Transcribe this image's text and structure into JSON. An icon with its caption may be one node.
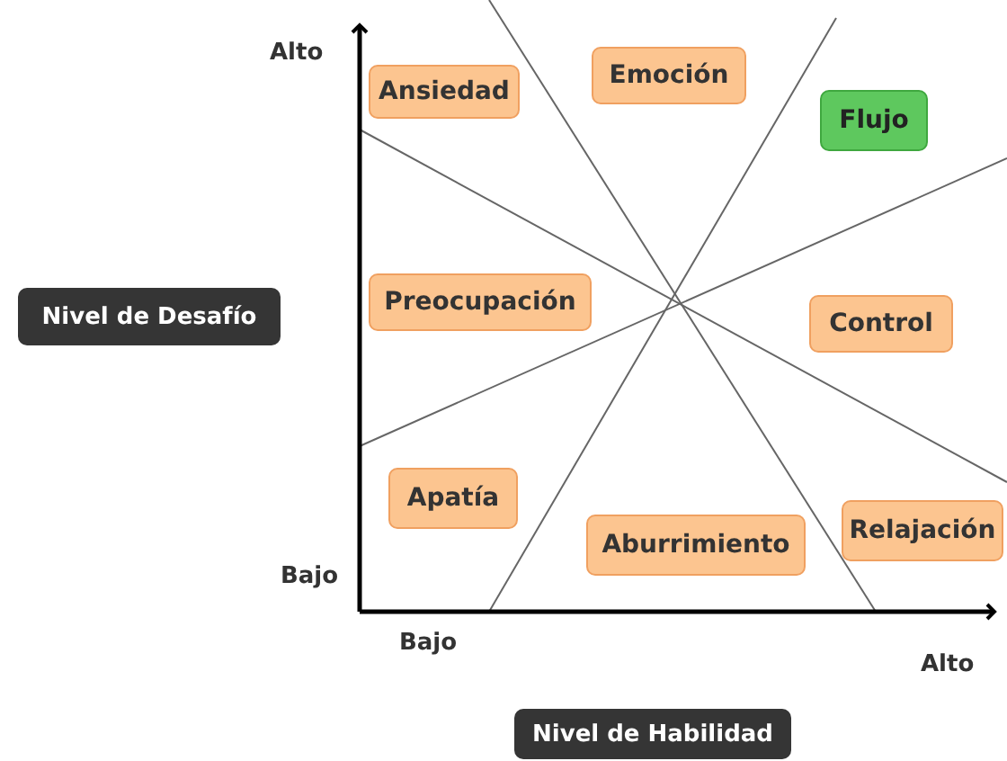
{
  "diagram": {
    "nodes": [
      {
        "text": [
          "Ansiedad"
        ]
      },
      {
        "text": [
          "Emoción"
        ]
      },
      {
        "text": [
          "Flujo"
        ]
      },
      {
        "text": [
          "Preocupación"
        ]
      },
      {
        "text": [
          "Control"
        ]
      },
      {
        "text": [
          "Apatía"
        ]
      },
      {
        "text": [
          "Aburrimiento"
        ]
      },
      {
        "text": [
          "Relajación"
        ]
      },
      {
        "text": [
          "Nivel de Desafío"
        ]
      },
      {
        "text": [
          "Nivel de Habilidad"
        ]
      }
    ],
    "labels": [
      "Alto",
      "Bajo",
      "Bajo",
      "Alto"
    ]
  }
}
